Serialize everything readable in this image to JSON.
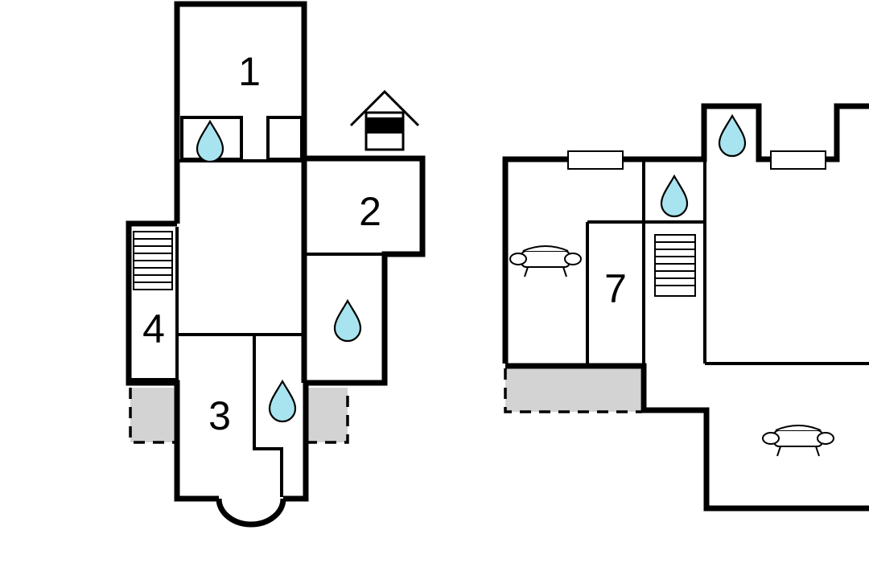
{
  "floor_plan": {
    "room_labels": [
      "1",
      "2",
      "3",
      "4",
      "7"
    ]
  },
  "icons": {
    "bathroom": "water-drop-icon",
    "stairs": "stairs-icon",
    "living": "sofa-icon",
    "well": "well-icon"
  },
  "colors": {
    "walls": "#000000",
    "terrace": "#d3d3d3",
    "water": "#a8e4ef",
    "background": "#ffffff"
  }
}
